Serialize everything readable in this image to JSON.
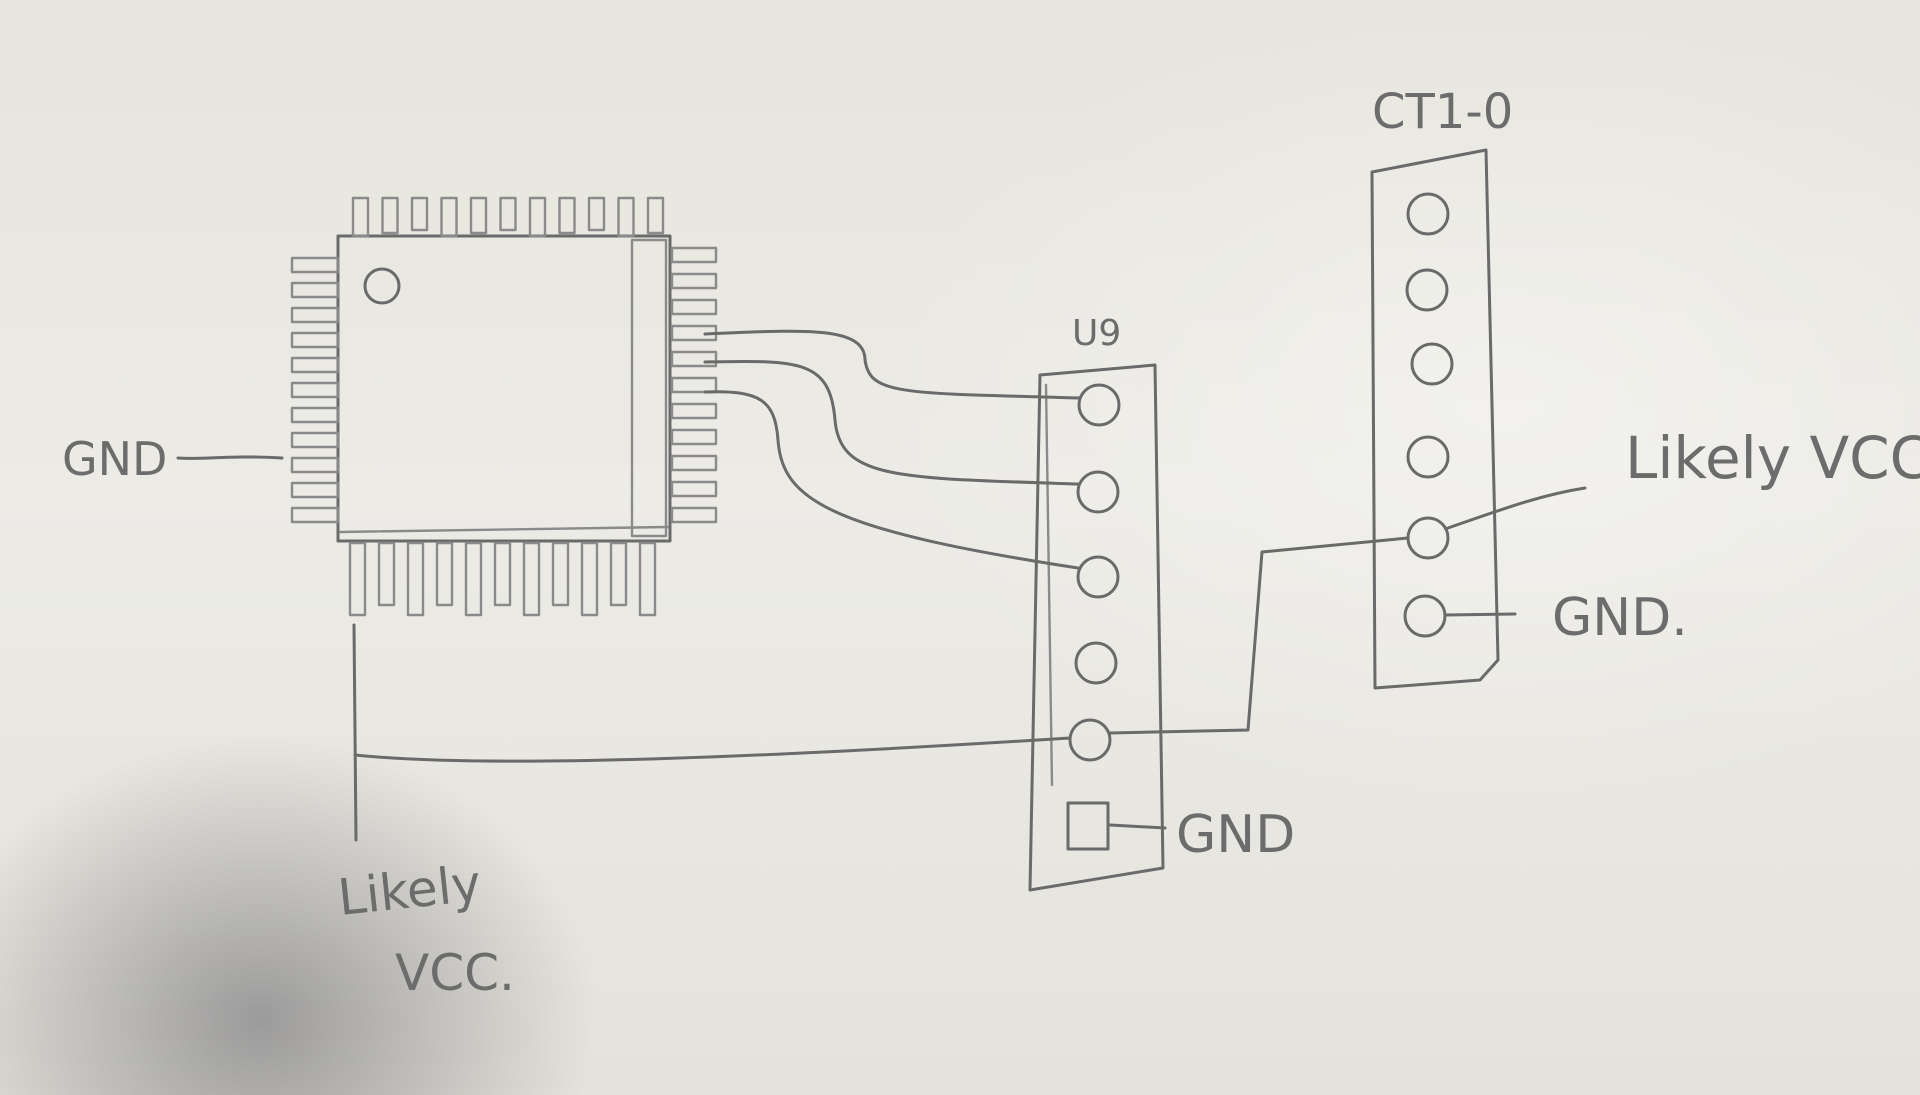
{
  "labels": {
    "chip_gnd": "GND",
    "chip_vcc_line1": "Likely",
    "chip_vcc_line2": "VCC.",
    "u9": "U9",
    "u9_gnd": "GND",
    "ct1": "CT1-0",
    "ct1_vcc": "Likely VCC",
    "ct1_gnd": "GND."
  },
  "colors": {
    "ink": "#6a6a6a",
    "paper": "#e9e7e1"
  }
}
